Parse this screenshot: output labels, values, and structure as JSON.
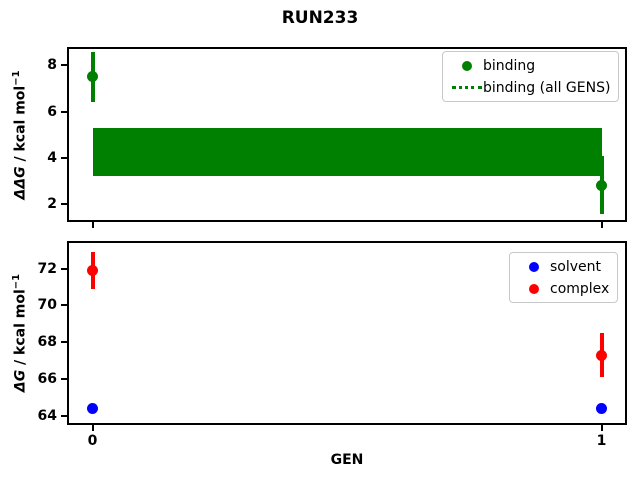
{
  "title": "RUN233",
  "figure": {
    "background": "#ffffff",
    "spine_color": "#000000",
    "text_color": "#000000"
  },
  "chart_data": [
    {
      "id": "binding-free-energy",
      "type": "scatter",
      "xlabel": "",
      "ylabel": "ΔΔG / kcal mol⁻¹",
      "ylabel_parts": {
        "math": "ΔΔG",
        "unit": " / kcal mol",
        "sup": "−1"
      },
      "xlim": [
        -0.05,
        1.05
      ],
      "ylim": [
        1.2,
        8.8
      ],
      "yticks": [
        2,
        4,
        6,
        8
      ],
      "yticklabels": [
        "2",
        "4",
        "6",
        "8"
      ],
      "xticks": [
        0,
        1
      ],
      "xticklabels": [],
      "grid": false,
      "legend_location": "upper right",
      "series": [
        {
          "name": "binding",
          "color": "#008000",
          "marker": "circle",
          "x": [
            0,
            1
          ],
          "y": [
            7.5,
            2.8
          ],
          "yerr": [
            1.1,
            1.25
          ]
        }
      ],
      "band": {
        "label": "binding (all GENS)",
        "color": "#008000",
        "x_range": [
          0,
          1
        ],
        "y_low": 3.2,
        "y_high": 5.3,
        "center_linestyle": "dotted"
      },
      "legend": [
        {
          "label": "binding",
          "glyph": "circle",
          "color": "#008000"
        },
        {
          "label": "binding (all GENS)",
          "glyph": "dotted-line",
          "color": "#008000"
        }
      ]
    },
    {
      "id": "absolute-free-energy",
      "type": "scatter",
      "xlabel": "GEN",
      "ylabel": "ΔG / kcal mol⁻¹",
      "ylabel_parts": {
        "math": "ΔG",
        "unit": " / kcal mol",
        "sup": "−1"
      },
      "xlim": [
        -0.05,
        1.05
      ],
      "ylim": [
        63.5,
        73.5
      ],
      "yticks": [
        64,
        66,
        68,
        70,
        72
      ],
      "yticklabels": [
        "64",
        "66",
        "68",
        "70",
        "72"
      ],
      "xticks": [
        0,
        1
      ],
      "xticklabels": [
        "0",
        "1"
      ],
      "grid": false,
      "legend_location": "upper right",
      "series": [
        {
          "name": "solvent",
          "color": "#0000ff",
          "marker": "circle",
          "x": [
            0,
            1
          ],
          "y": [
            64.4,
            64.4
          ],
          "yerr": [
            0,
            0
          ]
        },
        {
          "name": "complex",
          "color": "#ff0000",
          "marker": "circle",
          "x": [
            0,
            1
          ],
          "y": [
            71.9,
            67.3
          ],
          "yerr": [
            1.0,
            1.2
          ]
        }
      ],
      "legend": [
        {
          "label": "solvent",
          "glyph": "circle",
          "color": "#0000ff"
        },
        {
          "label": "complex",
          "glyph": "circle",
          "color": "#ff0000"
        }
      ]
    }
  ]
}
